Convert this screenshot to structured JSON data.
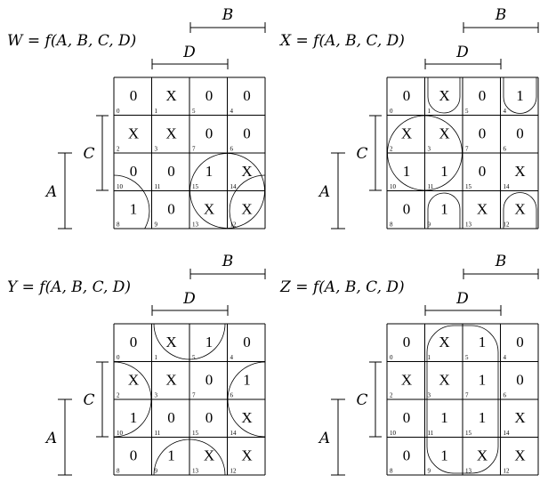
{
  "cell_index_layout": [
    [
      0,
      1,
      5,
      4
    ],
    [
      2,
      3,
      7,
      6
    ],
    [
      10,
      11,
      15,
      14
    ],
    [
      8,
      9,
      13,
      12
    ]
  ],
  "variable_labels": {
    "A": "A",
    "B": "B",
    "C": "C",
    "D": "D"
  },
  "maps": [
    {
      "id": "W",
      "title": "W = f(A, B, C, D)",
      "values": [
        [
          "0",
          "X",
          "0",
          "0"
        ],
        [
          "X",
          "X",
          "0",
          "0"
        ],
        [
          "0",
          "0",
          "1",
          "X"
        ],
        [
          "1",
          "0",
          "X",
          "X"
        ]
      ]
    },
    {
      "id": "X",
      "title": "X = f(A, B, C, D)",
      "values": [
        [
          "0",
          "X",
          "0",
          "1"
        ],
        [
          "X",
          "X",
          "0",
          "0"
        ],
        [
          "1",
          "1",
          "0",
          "X"
        ],
        [
          "0",
          "1",
          "X",
          "X"
        ]
      ]
    },
    {
      "id": "Y",
      "title": "Y = f(A, B, C, D)",
      "values": [
        [
          "0",
          "X",
          "1",
          "0"
        ],
        [
          "X",
          "X",
          "0",
          "1"
        ],
        [
          "1",
          "0",
          "0",
          "X"
        ],
        [
          "0",
          "1",
          "X",
          "X"
        ]
      ]
    },
    {
      "id": "Z",
      "title": "Z = f(A, B, C, D)",
      "values": [
        [
          "0",
          "X",
          "1",
          "0"
        ],
        [
          "X",
          "X",
          "1",
          "0"
        ],
        [
          "0",
          "1",
          "1",
          "X"
        ],
        [
          "0",
          "1",
          "X",
          "X"
        ]
      ]
    }
  ]
}
